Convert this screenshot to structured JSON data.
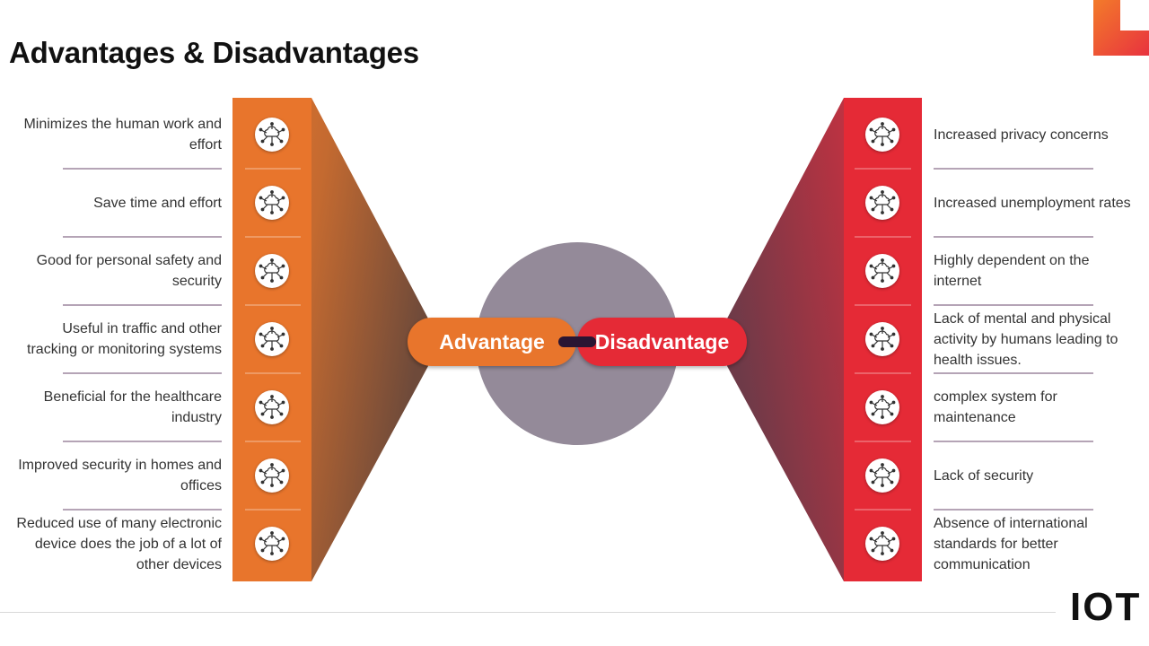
{
  "title": "Advantages & Disadvantages",
  "colors": {
    "advantage": "#e8752c",
    "disadvantage": "#e52a36",
    "circle": "#948a99",
    "connector": "#2a1533",
    "divider": "#6b4a6e"
  },
  "center": {
    "advantage_label": "Advantage",
    "disadvantage_label": "Disadvantage"
  },
  "advantages": [
    {
      "text": "Minimizes the human work and effort",
      "icon": "cloud-network-icon"
    },
    {
      "text": "Save time and effort",
      "icon": "cloud-network-icon"
    },
    {
      "text": "Good for personal safety and security",
      "icon": "cloud-network-icon"
    },
    {
      "text": "Useful in traffic and other tracking or monitoring systems",
      "icon": "cloud-network-icon"
    },
    {
      "text": "Beneficial for the healthcare industry",
      "icon": "cloud-network-icon"
    },
    {
      "text": "Improved security in homes and offices",
      "icon": "cloud-network-icon"
    },
    {
      "text": "Reduced use of many electronic device does the job of a lot of other devices",
      "icon": "cloud-network-icon"
    }
  ],
  "disadvantages": [
    {
      "text": "Increased privacy concerns",
      "icon": "cloud-network-icon"
    },
    {
      "text": "Increased unemployment rates",
      "icon": "cloud-network-icon"
    },
    {
      "text": "Highly dependent on the internet",
      "icon": "cloud-network-icon"
    },
    {
      "text": "Lack of mental and physical activity by humans leading to health issues.",
      "icon": "cloud-network-icon"
    },
    {
      "text": "complex system for maintenance",
      "icon": "cloud-network-icon"
    },
    {
      "text": "Lack of security",
      "icon": "cloud-network-icon"
    },
    {
      "text": "Absence of international standards for better communication",
      "icon": "cloud-network-icon"
    }
  ],
  "logo": {
    "text": "IOT"
  }
}
